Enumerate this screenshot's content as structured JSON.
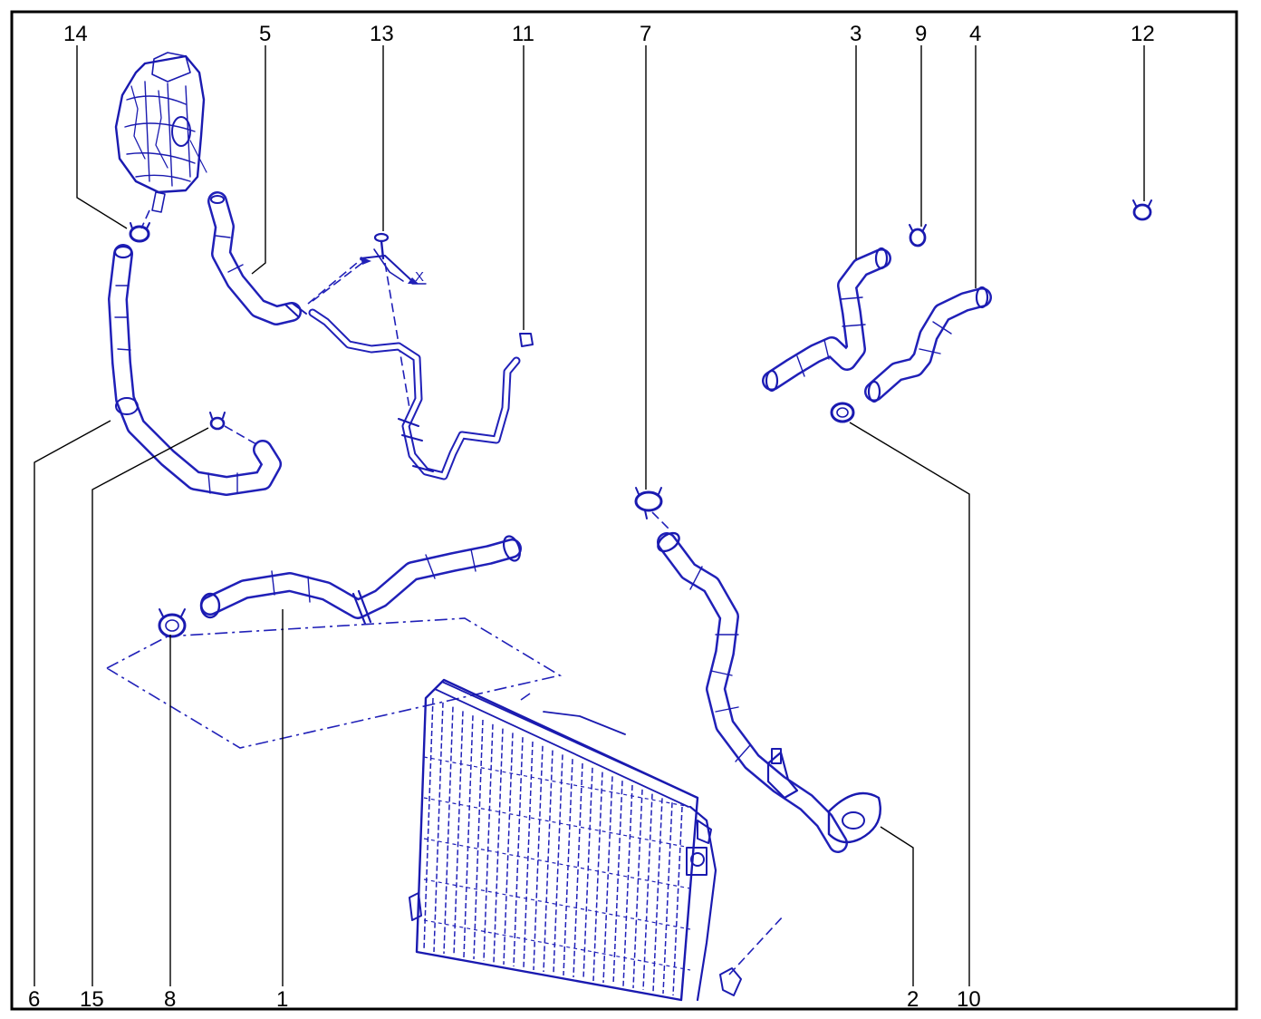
{
  "diagram": {
    "frame_color": "#000000",
    "line_color": "#2020b8",
    "axis_marker": "X",
    "callouts": {
      "c1": "1",
      "c2": "2",
      "c3": "3",
      "c4": "4",
      "c5": "5",
      "c6": "6",
      "c7": "7",
      "c8": "8",
      "c9": "9",
      "c10": "10",
      "c11": "11",
      "c12": "12",
      "c13": "13",
      "c14": "14",
      "c15": "15"
    }
  }
}
